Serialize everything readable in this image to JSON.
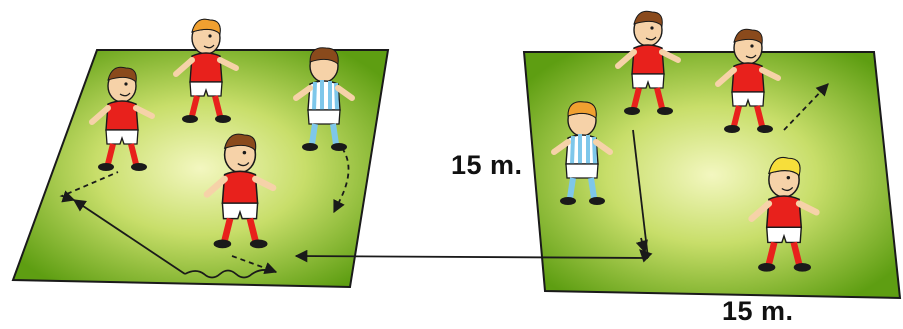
{
  "labels": {
    "side_length": "15 m.",
    "bottom_length": "15 m."
  },
  "colors": {
    "field_center": "#f3f7c0",
    "field_edge": "#5e9e12",
    "field_border": "#1a1a1a",
    "red_shirt": "#e8211c",
    "blue_stripe": "#7ec7ea",
    "skin": "#f6d2a8",
    "hair_brown": "#8a4a1c",
    "hair_orange": "#f0a030",
    "hair_blonde": "#f7de3a",
    "arrow": "#1a1a1a"
  },
  "icons": {
    "player": "child-footballer",
    "movement": "arrow",
    "run": "dashed-arrow"
  }
}
